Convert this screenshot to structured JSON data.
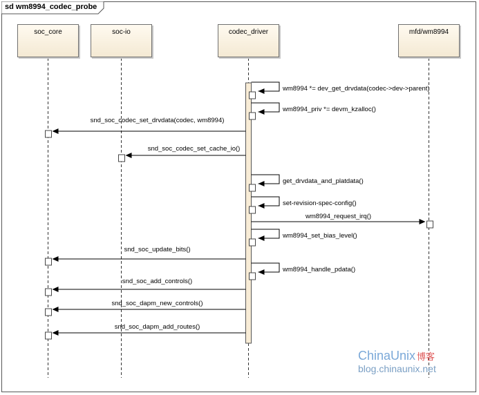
{
  "frame": {
    "title": "sd wm8994_codec_probe"
  },
  "lifelines": [
    {
      "id": "soc_core",
      "label": "soc_core"
    },
    {
      "id": "soc_io",
      "label": "soc-io"
    },
    {
      "id": "codec_driver",
      "label": "codec_driver"
    },
    {
      "id": "mfd",
      "label": "mfd/wm8994"
    }
  ],
  "messages": [
    {
      "label": "wm8994 *= dev_get_drvdata(codec->dev->parent)",
      "from": "codec_driver",
      "to": "codec_driver"
    },
    {
      "label": "wm8994_priv *= devm_kzalloc()",
      "from": "codec_driver",
      "to": "codec_driver"
    },
    {
      "label": "snd_soc_codec_set_drvdata(codec, wm8994)",
      "from": "codec_driver",
      "to": "soc_core"
    },
    {
      "label": "snd_soc_codec_set_cache_io()",
      "from": "codec_driver",
      "to": "soc_io"
    },
    {
      "label": "get_drvdata_and_platdata()",
      "from": "codec_driver",
      "to": "codec_driver"
    },
    {
      "label": "set-revision-spec-config()",
      "from": "codec_driver",
      "to": "codec_driver"
    },
    {
      "label": "wm8994_request_irq()",
      "from": "codec_driver",
      "to": "mfd"
    },
    {
      "label": "wm8994_set_bias_level()",
      "from": "codec_driver",
      "to": "codec_driver"
    },
    {
      "label": "snd_soc_update_bits()",
      "from": "codec_driver",
      "to": "soc_core"
    },
    {
      "label": "wm8994_handle_pdata()",
      "from": "codec_driver",
      "to": "codec_driver"
    },
    {
      "label": "snd_soc_add_controls()",
      "from": "codec_driver",
      "to": "soc_core"
    },
    {
      "label": "snd_soc_dapm_new_controls()",
      "from": "codec_driver",
      "to": "soc_core"
    },
    {
      "label": "snd_soc_dapm_add_routes()",
      "from": "codec_driver",
      "to": "soc_core"
    }
  ],
  "watermark": {
    "brand": "ChinaUnix",
    "blog": "博客",
    "url": "blog.chinaunix.net"
  }
}
